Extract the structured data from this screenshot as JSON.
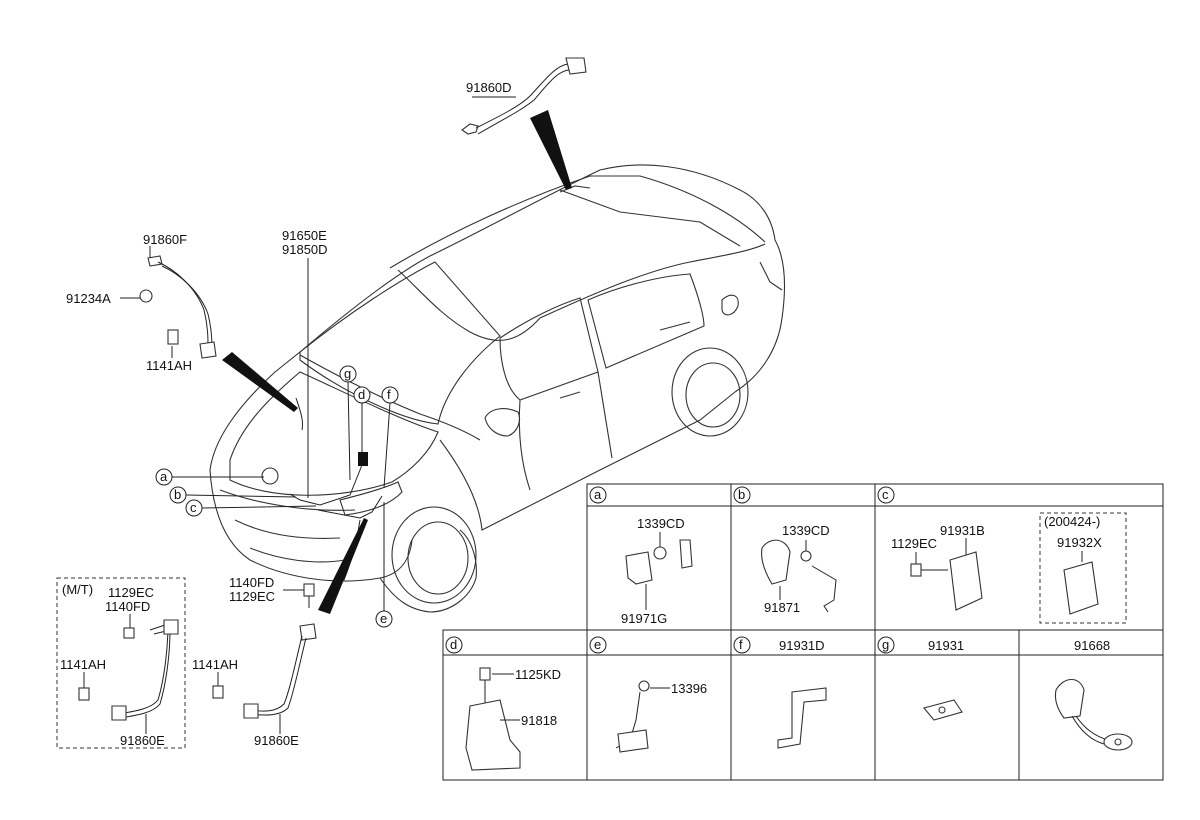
{
  "callouts": {
    "p91860D": "91860D",
    "p91860F": "91860F",
    "p91234A": "91234A",
    "p1141AH_top": "1141AH",
    "p91650E": "91650E",
    "p91850D": "91850D",
    "p1140FD": "1140FD",
    "p1129EC": "1129EC",
    "p1141AH_mid": "1141AH",
    "p91860E_mid": "91860E"
  },
  "letters": [
    "a",
    "b",
    "c",
    "d",
    "e",
    "f",
    "g"
  ],
  "mt_box": {
    "title": "(M/T)",
    "p1129EC": "1129EC",
    "p1140FD": "1140FD",
    "p1141AH": "1141AH",
    "p91860E": "91860E"
  },
  "table": {
    "a": {
      "letter": "a",
      "parts": [
        "1339CD",
        "91971G"
      ]
    },
    "b": {
      "letter": "b",
      "parts": [
        "1339CD",
        "91871"
      ]
    },
    "c": {
      "letter": "c",
      "parts": [
        "1129EC",
        "91931B"
      ],
      "inset_title": "(200424-)",
      "inset_part": "91932X"
    },
    "d": {
      "letter": "d",
      "parts": [
        "1125KD",
        "91818"
      ]
    },
    "e": {
      "letter": "e",
      "parts": [
        "13396"
      ]
    },
    "f": {
      "letter": "f",
      "header": "91931D"
    },
    "g": {
      "letter": "g",
      "header": "91931"
    },
    "h": {
      "header": "91668"
    }
  }
}
